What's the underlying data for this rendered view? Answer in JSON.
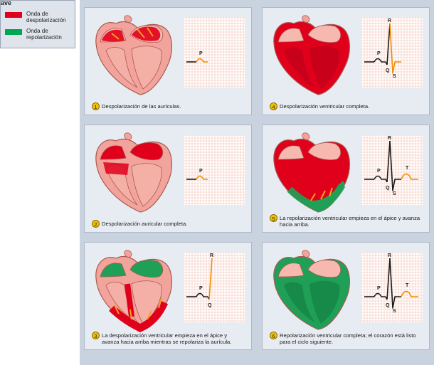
{
  "legend": {
    "title": "ave",
    "items": [
      {
        "label": "Onda de despolarización",
        "color": "#e0001b"
      },
      {
        "label": "Onda de repolarización",
        "color": "#00a651"
      }
    ]
  },
  "colors": {
    "tissue": "#f2a39b",
    "tissue_outline": "#a85a4f",
    "depolarization": "#e0001b",
    "repolarization": "#1fa056",
    "arrow": "#f7a01a",
    "ecg_trace": "#1a1a1a",
    "ecg_active": "#f28c00",
    "grid": "#f0b9a8"
  },
  "panels": [
    {
      "number": "1",
      "caption": "Despolarización de las aurículas.",
      "waves": [
        "P"
      ]
    },
    {
      "number": "2",
      "caption": "Despolarización auricular completa.",
      "waves": [
        "P"
      ]
    },
    {
      "number": "3",
      "caption": "La despolarización ventricular empieza en el ápice y avanza hacia arriba mientras se repolariza la aurícula.",
      "waves": [
        "P",
        "Q",
        "R"
      ]
    },
    {
      "number": "4",
      "caption": "Despolarización ventricular completa.",
      "waves": [
        "P",
        "Q",
        "R",
        "S"
      ]
    },
    {
      "number": "5",
      "caption": "La repolarización ventricular empieza en el ápice y avanza hacia arriba.",
      "waves": [
        "P",
        "Q",
        "R",
        "S",
        "T"
      ]
    },
    {
      "number": "6",
      "caption": "Repolarización ventricular completa; el corazón está listo para el ciclo siguiente.",
      "waves": [
        "P",
        "Q",
        "R",
        "S",
        "T"
      ]
    }
  ]
}
